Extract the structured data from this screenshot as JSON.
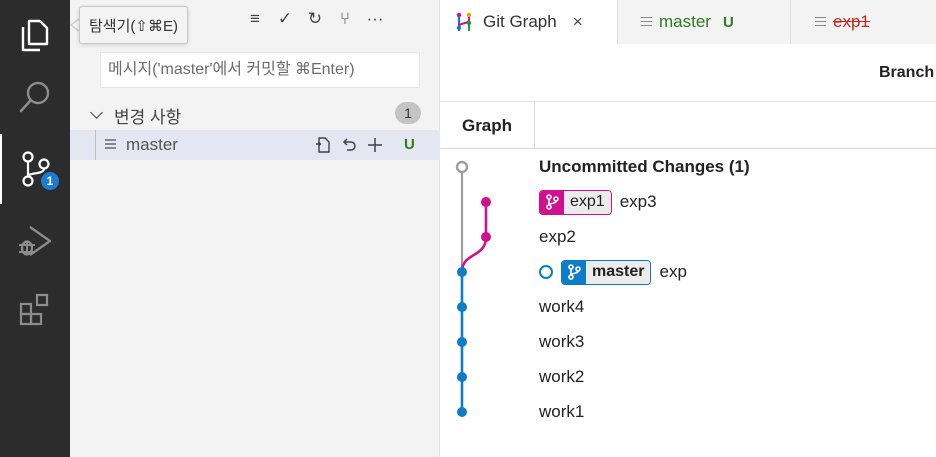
{
  "activity_bar": {
    "items": [
      "files-icon",
      "search-icon",
      "source-control-icon",
      "run-debug-icon",
      "extensions-icon"
    ],
    "source_control_badge": "1"
  },
  "tooltip": {
    "text": "탐색기(⇧⌘E)"
  },
  "sidebar": {
    "actions": [
      "≡",
      "✓",
      "↻",
      "⑂",
      "···"
    ],
    "commit_placeholder": "메시지('master'에서 커밋할 ⌘Enter)",
    "changes": {
      "label": "변경 사항",
      "count": "1",
      "files": [
        {
          "name": "master",
          "status": "U"
        }
      ]
    }
  },
  "tabs": [
    {
      "label": "Git Graph",
      "active": true,
      "close": "×"
    },
    {
      "label": "master",
      "status": "U"
    },
    {
      "label": "exp1",
      "deleted": true
    }
  ],
  "git_graph": {
    "branch_label": "Branch",
    "column_graph": "Graph",
    "rows": [
      {
        "message": "Uncommitted Changes (1)",
        "bold": true
      },
      {
        "message": "exp3",
        "refs": [
          {
            "name": "exp1",
            "color": "#d0108c"
          }
        ]
      },
      {
        "message": "exp2"
      },
      {
        "message": "exp",
        "head": true,
        "refs": [
          {
            "name": "master",
            "color": "#0f7cc8",
            "bold": true
          }
        ]
      },
      {
        "message": "work4"
      },
      {
        "message": "work3"
      },
      {
        "message": "work2"
      },
      {
        "message": "work1"
      }
    ]
  },
  "colors": {
    "activity_bg": "#2c2c2c",
    "sidebar_bg": "#f3f3f3",
    "accent_blue": "#0f7cc8",
    "accent_magenta": "#d0108c",
    "badge_blue": "#1d7ad2",
    "untracked_green": "#2e7d1f",
    "deleted_red": "#c42b1c"
  }
}
